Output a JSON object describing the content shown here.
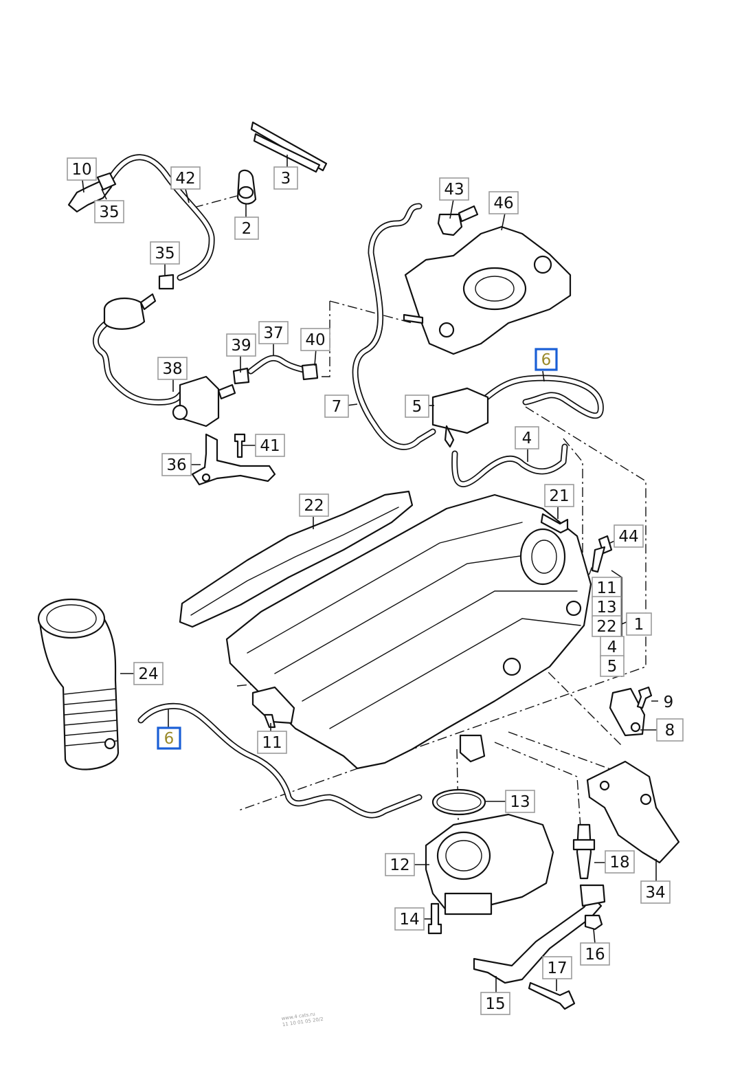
{
  "callouts": {
    "c10": "10",
    "c35a": "35",
    "c42": "42",
    "c3": "3",
    "c2": "2",
    "c43": "43",
    "c46": "46",
    "c35b": "35",
    "c37": "37",
    "c39": "39",
    "c40": "40",
    "c38": "38",
    "c6a": "6",
    "c7": "7",
    "c5": "5",
    "c4a": "4",
    "c41": "41",
    "c36": "36",
    "c22a": "22",
    "c21": "21",
    "c44": "44",
    "c11a": "11",
    "c13a": "13",
    "c22b": "22",
    "c1": "1",
    "c4b": "4",
    "c5b": "5",
    "c24": "24",
    "c9": "9",
    "c8": "8",
    "c6b": "6",
    "c11b": "11",
    "c13b": "13",
    "c12": "12",
    "c18": "18",
    "c34": "34",
    "c14": "14",
    "c16": "16",
    "c17": "17",
    "c15": "15"
  },
  "watermark": {
    "line1": "www.4 cats.ru",
    "line2": "11 10 01 05 20/2"
  },
  "colors": {
    "highlight": "#1a5fd6",
    "line": "#111111",
    "box_border": "#9a9a9a"
  }
}
